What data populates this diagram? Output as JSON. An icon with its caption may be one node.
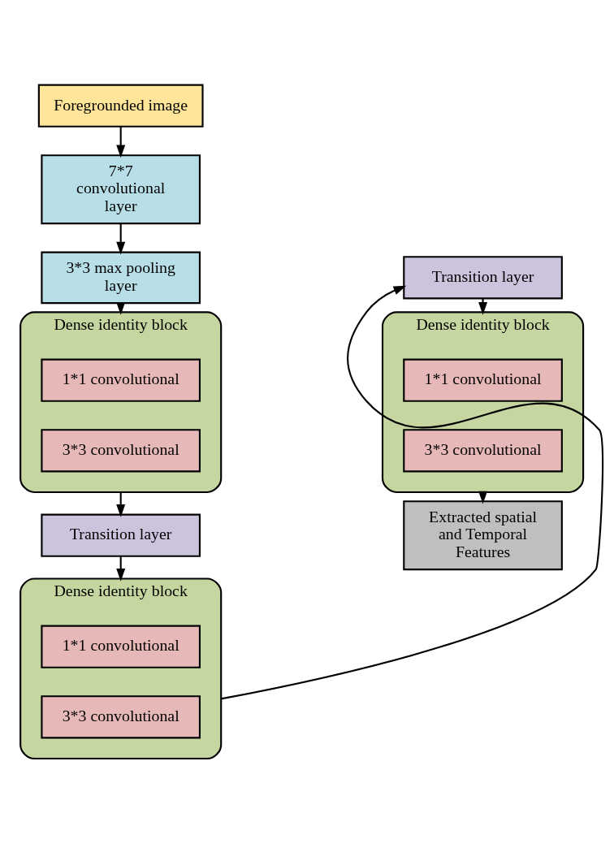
{
  "diagram": {
    "nodes": [
      {
        "text": [
          "Foregrounded image"
        ]
      },
      {
        "text": [
          "7*7 convolutional layer"
        ]
      },
      {
        "text": [
          "3*3 max pooling layer"
        ]
      },
      {
        "text": [
          "Dense identity block"
        ]
      },
      {
        "text": [
          "1*1 convolutional"
        ],
        "in": 3
      },
      {
        "text": [
          "3*3 convolutional"
        ],
        "in": 3
      },
      {
        "text": [
          "Transition layer"
        ]
      },
      {
        "text": [
          "Dense identity block"
        ]
      },
      {
        "text": [
          "1*1 convolutional"
        ],
        "in": 7
      },
      {
        "text": [
          "3*3 convolutional"
        ],
        "in": 7
      },
      {
        "text": [
          "Transition layer"
        ]
      },
      {
        "text": [
          "Dense identity block"
        ]
      },
      {
        "text": [
          "1*1 convolutional"
        ],
        "in": 11
      },
      {
        "text": [
          "3*3 convolutional"
        ],
        "in": 11
      },
      {
        "text": [
          "Extracted spatial and Temporal Features"
        ]
      }
    ],
    "edges": [
      {
        "from": 0,
        "to": 1,
        "arrow": "to"
      },
      {
        "from": 1,
        "to": 2,
        "arrow": "to"
      },
      {
        "from": 2,
        "to": 3,
        "arrow": "to"
      },
      {
        "from": 3,
        "to": 6,
        "arrow": "to"
      },
      {
        "from": 6,
        "to": 7,
        "arrow": "to"
      },
      {
        "from": 7,
        "to": 10,
        "arrow": "to"
      },
      {
        "from": 10,
        "to": 11,
        "arrow": "to"
      },
      {
        "from": 11,
        "to": 14,
        "arrow": "to"
      }
    ]
  }
}
